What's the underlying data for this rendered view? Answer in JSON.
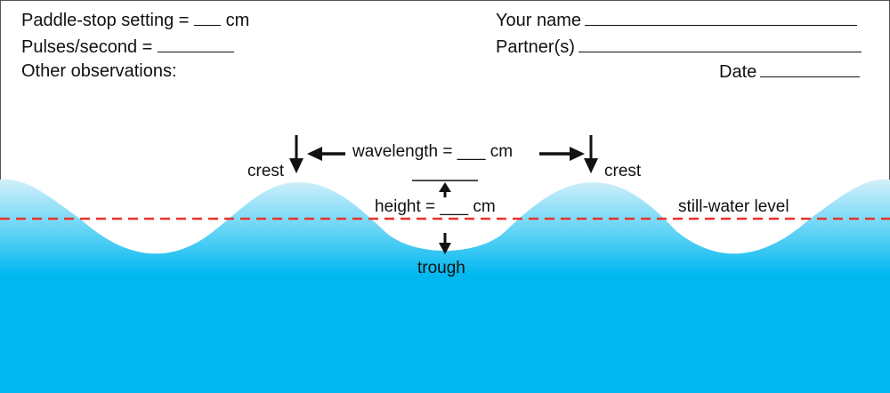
{
  "form": {
    "paddle_stop_label": "Paddle-stop setting = ",
    "paddle_stop_unit": " cm",
    "pulses_label": "Pulses/second = ",
    "observations_label": "Other observations:",
    "name_label": "Your name",
    "partner_label": "Partner(s)",
    "date_label": "Date"
  },
  "diagram": {
    "crest_left": "crest",
    "crest_right": "crest",
    "wavelength_label": "wavelength = ___ cm",
    "height_label": "height = ___ cm",
    "trough_label": "trough",
    "still_water_label": "still-water level"
  },
  "colors": {
    "water_top": "#d4f0fb",
    "water_bottom": "#00b7ef",
    "still_water_line": "#e8322c",
    "arrow": "#111111"
  }
}
